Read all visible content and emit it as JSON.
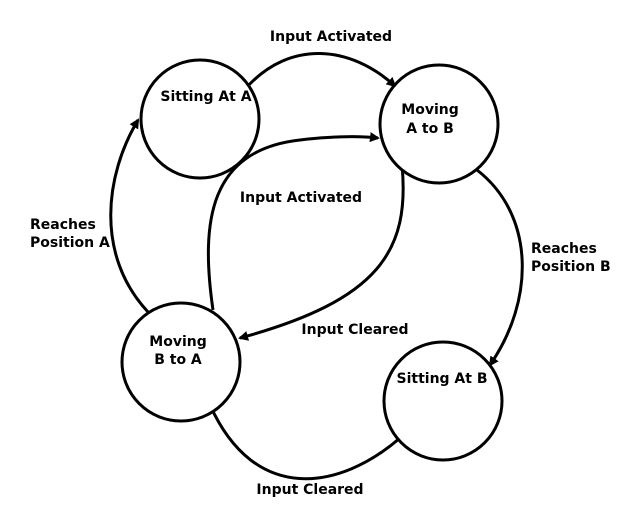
{
  "colors": {
    "stroke": "#000000",
    "background": "#ffffff",
    "text": "#000000"
  },
  "states": {
    "sitting_at_a": {
      "line1": "Sitting At A"
    },
    "moving_a_to_b": {
      "line1": "Moving",
      "line2": "A to B"
    },
    "sitting_at_b": {
      "line1": "Sitting At B"
    },
    "moving_b_to_a": {
      "line1": "Moving",
      "line2": "B to A"
    }
  },
  "transitions": {
    "a_to_moving_ab": {
      "label": "Input Activated"
    },
    "moving_ab_to_b": {
      "line1": "Reaches",
      "line2": "Position B"
    },
    "b_to_moving_ba": {
      "label": "Input Cleared"
    },
    "moving_ba_to_a": {
      "line1": "Reaches",
      "line2": "Position A"
    },
    "moving_ba_to_moving_ab": {
      "label": "Input Activated"
    },
    "moving_ab_to_moving_ba": {
      "label": "Input Cleared"
    }
  }
}
